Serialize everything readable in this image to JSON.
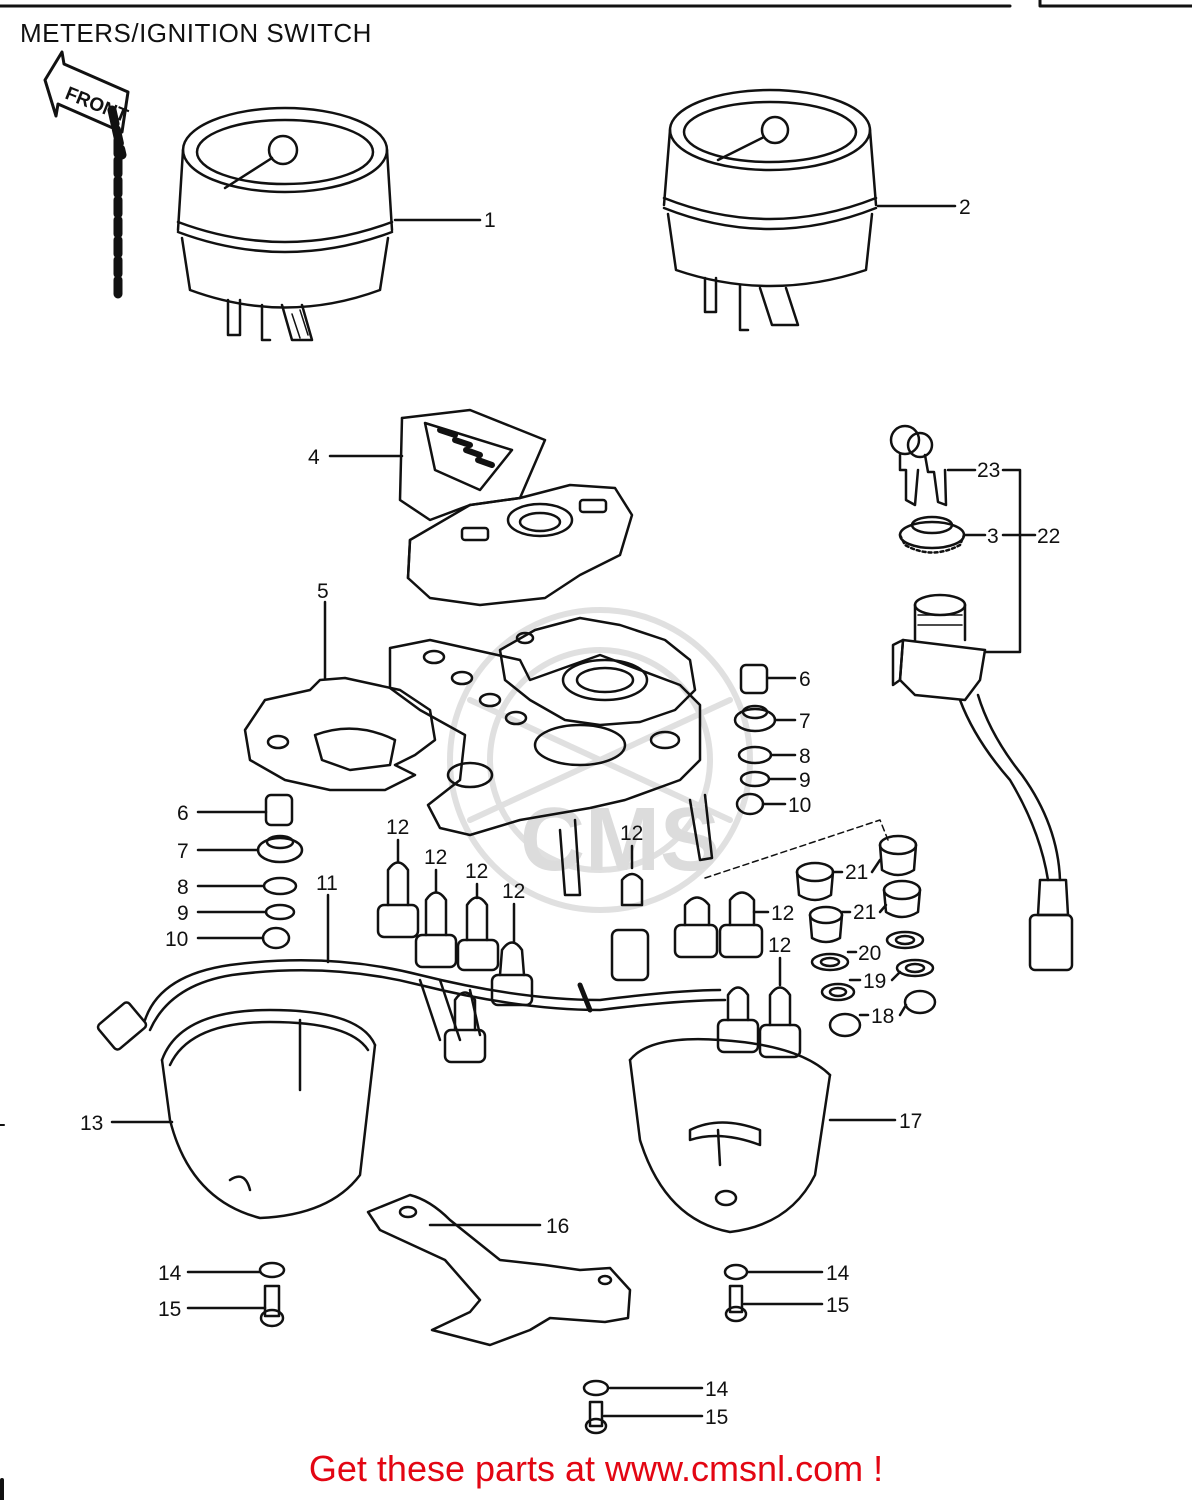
{
  "title": "METERS/IGNITION SWITCH",
  "front_label": "FRONT",
  "footer": "Get these parts at www.cmsnl.com !",
  "watermark": "CMS",
  "colors": {
    "line": "#111111",
    "footer": "#e30613",
    "watermark": "#dddddd"
  },
  "callouts": [
    {
      "id": "c1",
      "label": "1"
    },
    {
      "id": "c2",
      "label": "2"
    },
    {
      "id": "c4",
      "label": "4"
    },
    {
      "id": "c23",
      "label": "23"
    },
    {
      "id": "c3",
      "label": "3"
    },
    {
      "id": "c22",
      "label": "22"
    },
    {
      "id": "c5",
      "label": "5"
    },
    {
      "id": "c6r",
      "label": "6"
    },
    {
      "id": "c7r",
      "label": "7"
    },
    {
      "id": "c8r",
      "label": "8"
    },
    {
      "id": "c9r",
      "label": "9"
    },
    {
      "id": "c10r",
      "label": "10"
    },
    {
      "id": "c6l",
      "label": "6"
    },
    {
      "id": "c7l",
      "label": "7"
    },
    {
      "id": "c8l",
      "label": "8"
    },
    {
      "id": "c9l",
      "label": "9"
    },
    {
      "id": "c10l",
      "label": "10"
    },
    {
      "id": "c11",
      "label": "11"
    },
    {
      "id": "c12a",
      "label": "12"
    },
    {
      "id": "c12b",
      "label": "12"
    },
    {
      "id": "c12c",
      "label": "12"
    },
    {
      "id": "c12d",
      "label": "12"
    },
    {
      "id": "c12e",
      "label": "12"
    },
    {
      "id": "c12f",
      "label": "12"
    },
    {
      "id": "c12g",
      "label": "12"
    },
    {
      "id": "c21a",
      "label": "21"
    },
    {
      "id": "c21b",
      "label": "21"
    },
    {
      "id": "c20",
      "label": "20"
    },
    {
      "id": "c19",
      "label": "19"
    },
    {
      "id": "c18",
      "label": "18"
    },
    {
      "id": "c13",
      "label": "13"
    },
    {
      "id": "c17",
      "label": "17"
    },
    {
      "id": "c16",
      "label": "16"
    },
    {
      "id": "c14l",
      "label": "14"
    },
    {
      "id": "c15l",
      "label": "15"
    },
    {
      "id": "c14r",
      "label": "14"
    },
    {
      "id": "c15r",
      "label": "15"
    },
    {
      "id": "c14b",
      "label": "14"
    },
    {
      "id": "c15b",
      "label": "15"
    }
  ]
}
